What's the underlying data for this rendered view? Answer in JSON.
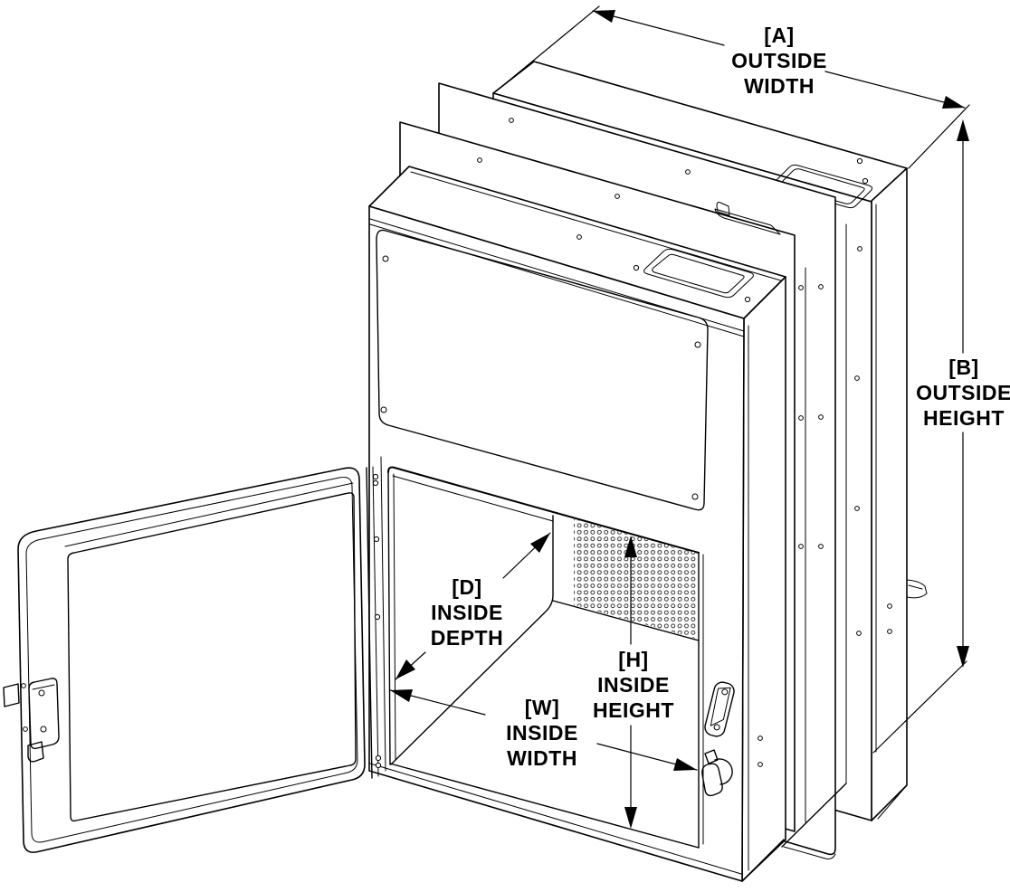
{
  "page": {
    "title": "Pass-through cabinet isometric dimension diagram",
    "background_color": "#ffffff",
    "line_color": "#000000",
    "label_color": "#000000"
  },
  "dimensions": {
    "outside_width": {
      "tag": "[A]",
      "line1": "OUTSIDE",
      "line2": "WIDTH"
    },
    "outside_height": {
      "tag": "[B]",
      "line1": "OUTSIDE",
      "line2": "HEIGHT"
    },
    "inside_depth": {
      "tag": "[D]",
      "line1": "INSIDE",
      "line2": "DEPTH"
    },
    "inside_height": {
      "tag": "[H]",
      "line1": "INSIDE",
      "line2": "HEIGHT"
    },
    "inside_width": {
      "tag": "[W]",
      "line1": "INSIDE",
      "line2": "WIDTH"
    }
  }
}
